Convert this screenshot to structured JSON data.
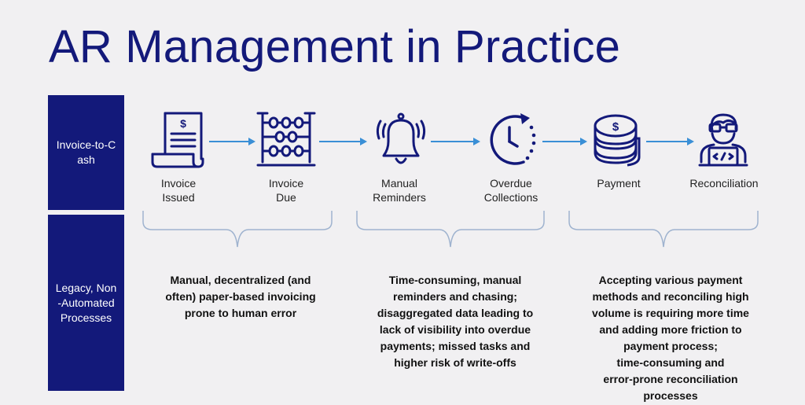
{
  "title": "AR Management in Practice",
  "rows": {
    "top_label": "Invoice-to-Cash",
    "bottom_label": "Legacy, Non-Automated Processes"
  },
  "steps": [
    {
      "label": "Invoice\nIssued",
      "icon": "invoice-icon"
    },
    {
      "label": "Invoice\nDue",
      "icon": "abacus-icon"
    },
    {
      "label": "Manual\nReminders",
      "icon": "bell-icon"
    },
    {
      "label": "Overdue\nCollections",
      "icon": "clock-icon"
    },
    {
      "label": "Payment",
      "icon": "coins-icon"
    },
    {
      "label": "Reconciliation",
      "icon": "developer-icon"
    }
  ],
  "descriptions": [
    [
      "Manual, decentralized (and",
      "often) paper-based invoicing",
      "prone to human error"
    ],
    [
      "Time-consuming, manual",
      "reminders and chasing;",
      "disaggregated data leading to",
      "lack of visibility into overdue",
      "payments; missed tasks and",
      "higher risk of write-offs"
    ],
    [
      "Accepting various payment",
      "methods and reconciling high",
      "volume is requiring more time",
      "and adding more friction to",
      "payment process;",
      "time-consuming and",
      "error-prone reconciliation",
      "processes"
    ]
  ],
  "colors": {
    "navy": "#13197a",
    "arrow": "#3a8fd6",
    "brace": "#9fb3cf",
    "background": "#f1f0f2"
  }
}
